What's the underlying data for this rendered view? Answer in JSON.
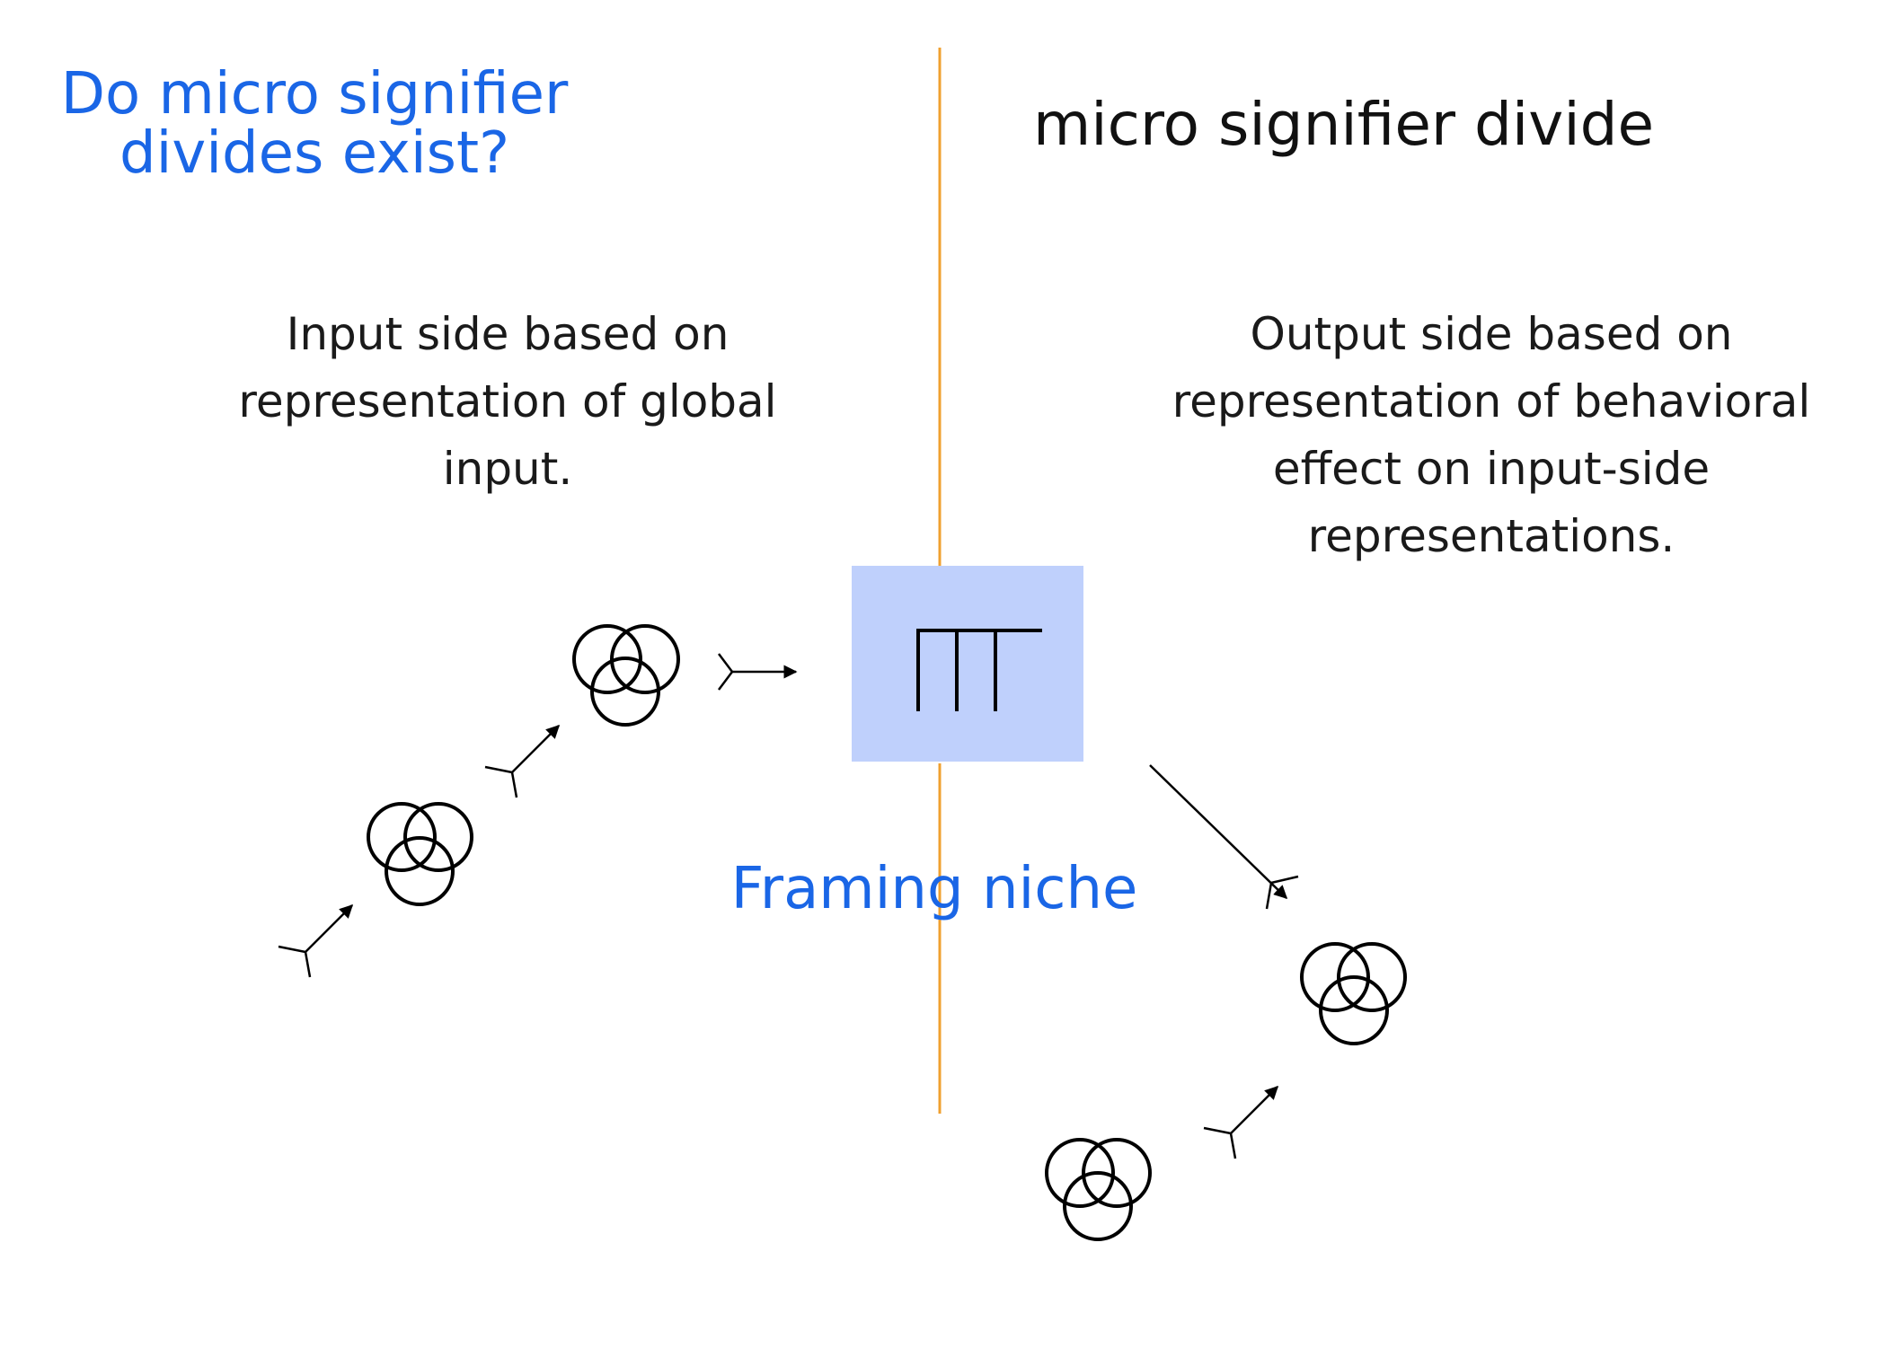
{
  "title": {
    "question": "Do micro signifier\ndivides exist?",
    "heading": "micro signifier divide"
  },
  "left_text": "Input side based on representation of global input.",
  "right_text": "Output side based on representation of behavioral effect on input-side representations.",
  "center_label": "Framing niche",
  "colors": {
    "accent_blue": "#1a66e6",
    "divider_orange": "#f0a030",
    "box_fill": "#bfd0fc",
    "stroke": "#000000"
  },
  "icons": [
    "triple-circle-icon",
    "arrow-icon",
    "divide-symbol-icon"
  ]
}
